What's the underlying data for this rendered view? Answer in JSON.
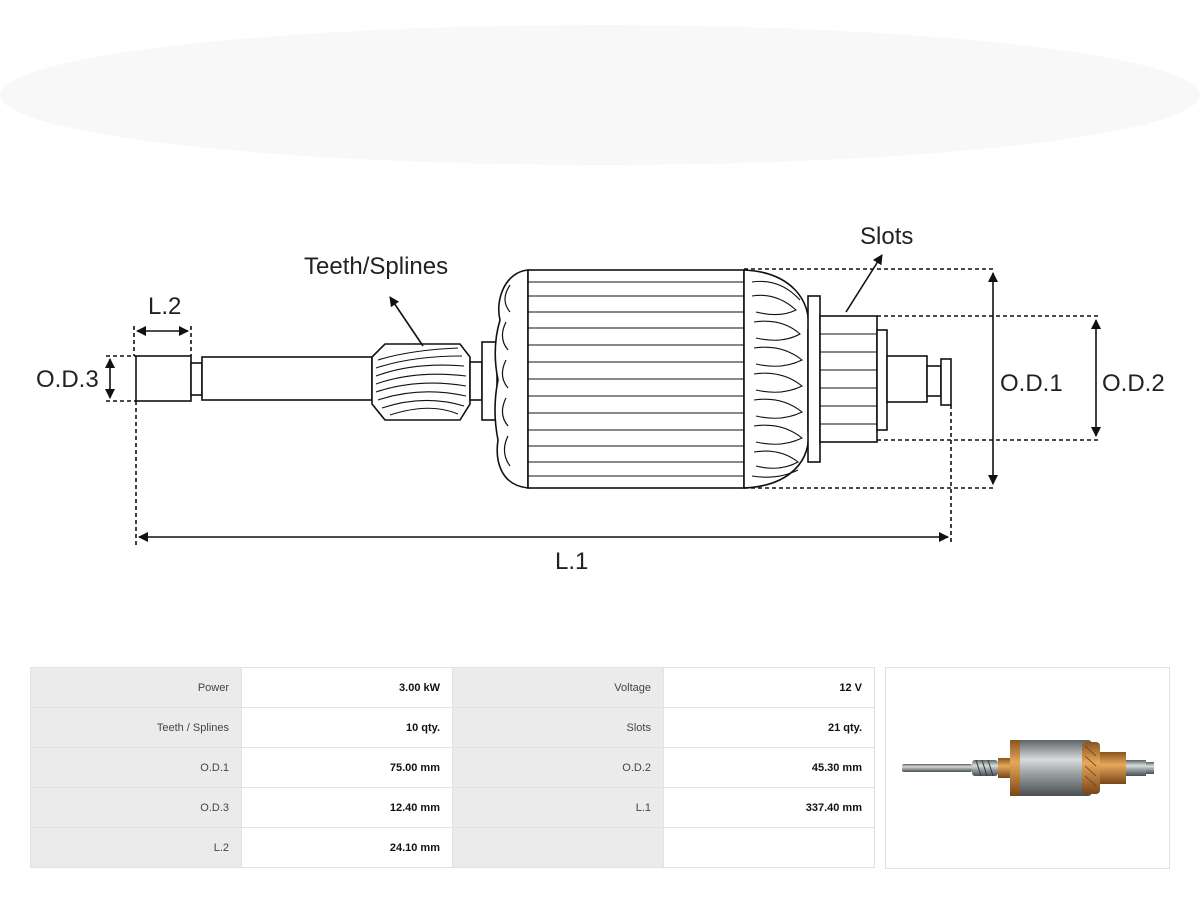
{
  "diagram": {
    "labels": {
      "teeth_splines": "Teeth/Splines",
      "slots": "Slots",
      "l2": "L.2",
      "od3": "O.D.3",
      "od1": "O.D.1",
      "od2": "O.D.2",
      "l1": "L.1"
    }
  },
  "specs": {
    "rows": [
      {
        "k1": "Power",
        "v1": "3.00 kW",
        "k2": "Voltage",
        "v2": "12 V"
      },
      {
        "k1": "Teeth / Splines",
        "v1": "10 qty.",
        "k2": "Slots",
        "v2": "21 qty."
      },
      {
        "k1": "O.D.1",
        "v1": "75.00 mm",
        "k2": "O.D.2",
        "v2": "45.30 mm"
      },
      {
        "k1": "O.D.3",
        "v1": "12.40 mm",
        "k2": "L.1",
        "v2": "337.40 mm"
      },
      {
        "k1": "L.2",
        "v1": "24.10 mm",
        "k2": "",
        "v2": ""
      }
    ]
  },
  "colors": {
    "line": "#111111",
    "table_key_bg": "#ebebeb",
    "copper": "#c98b3a",
    "steel": "#9aa0a3"
  }
}
